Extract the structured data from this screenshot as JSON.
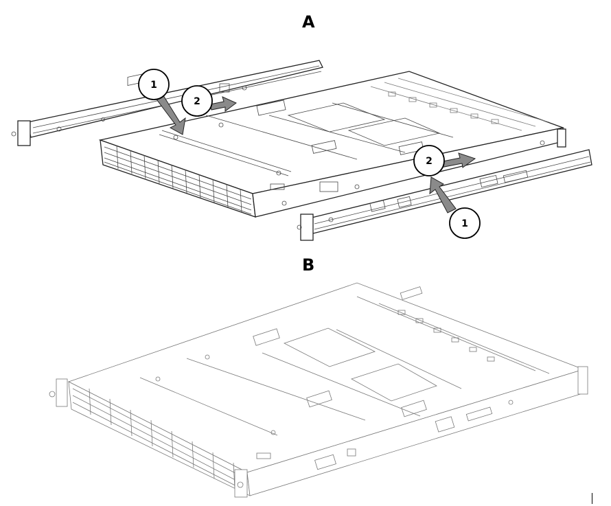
{
  "panels": {
    "a_label": "A",
    "b_label": "B"
  },
  "callouts": {
    "a_left_1": "1",
    "a_left_2": "2",
    "a_right_2": "2",
    "a_right_1": "1"
  },
  "colors": {
    "arrow_fill": "#8a8a8a",
    "line": "#222222",
    "background": "#ffffff"
  },
  "icons": [
    "push-arrow-icon",
    "slide-arrow-icon"
  ]
}
